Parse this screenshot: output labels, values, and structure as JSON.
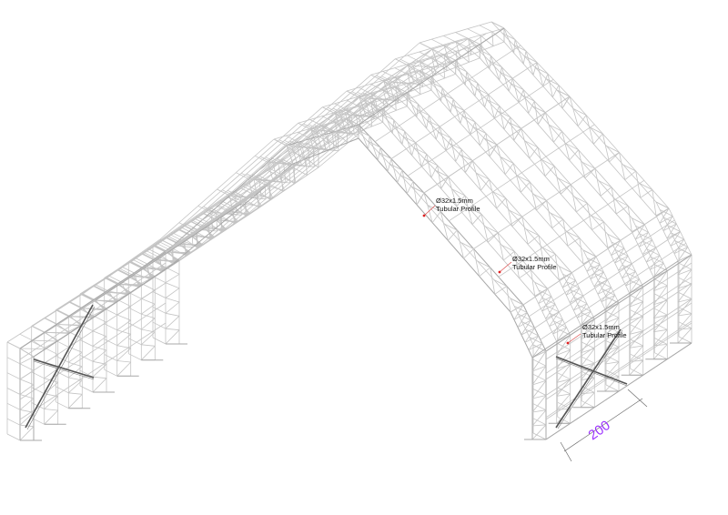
{
  "annotations": [
    {
      "line1": "Ø32x1.5mm",
      "line2": "Tubular Profile"
    },
    {
      "line1": "Ø32x1.5mm",
      "line2": "Tubular Profile"
    },
    {
      "line1": "Ø32x1.5mm",
      "line2": "Tubular Profile"
    }
  ],
  "dimension": {
    "value": "200"
  },
  "colors": {
    "frame": "#a8a8a8",
    "dimension_text": "#9b30ff",
    "marker": "#e02020"
  }
}
